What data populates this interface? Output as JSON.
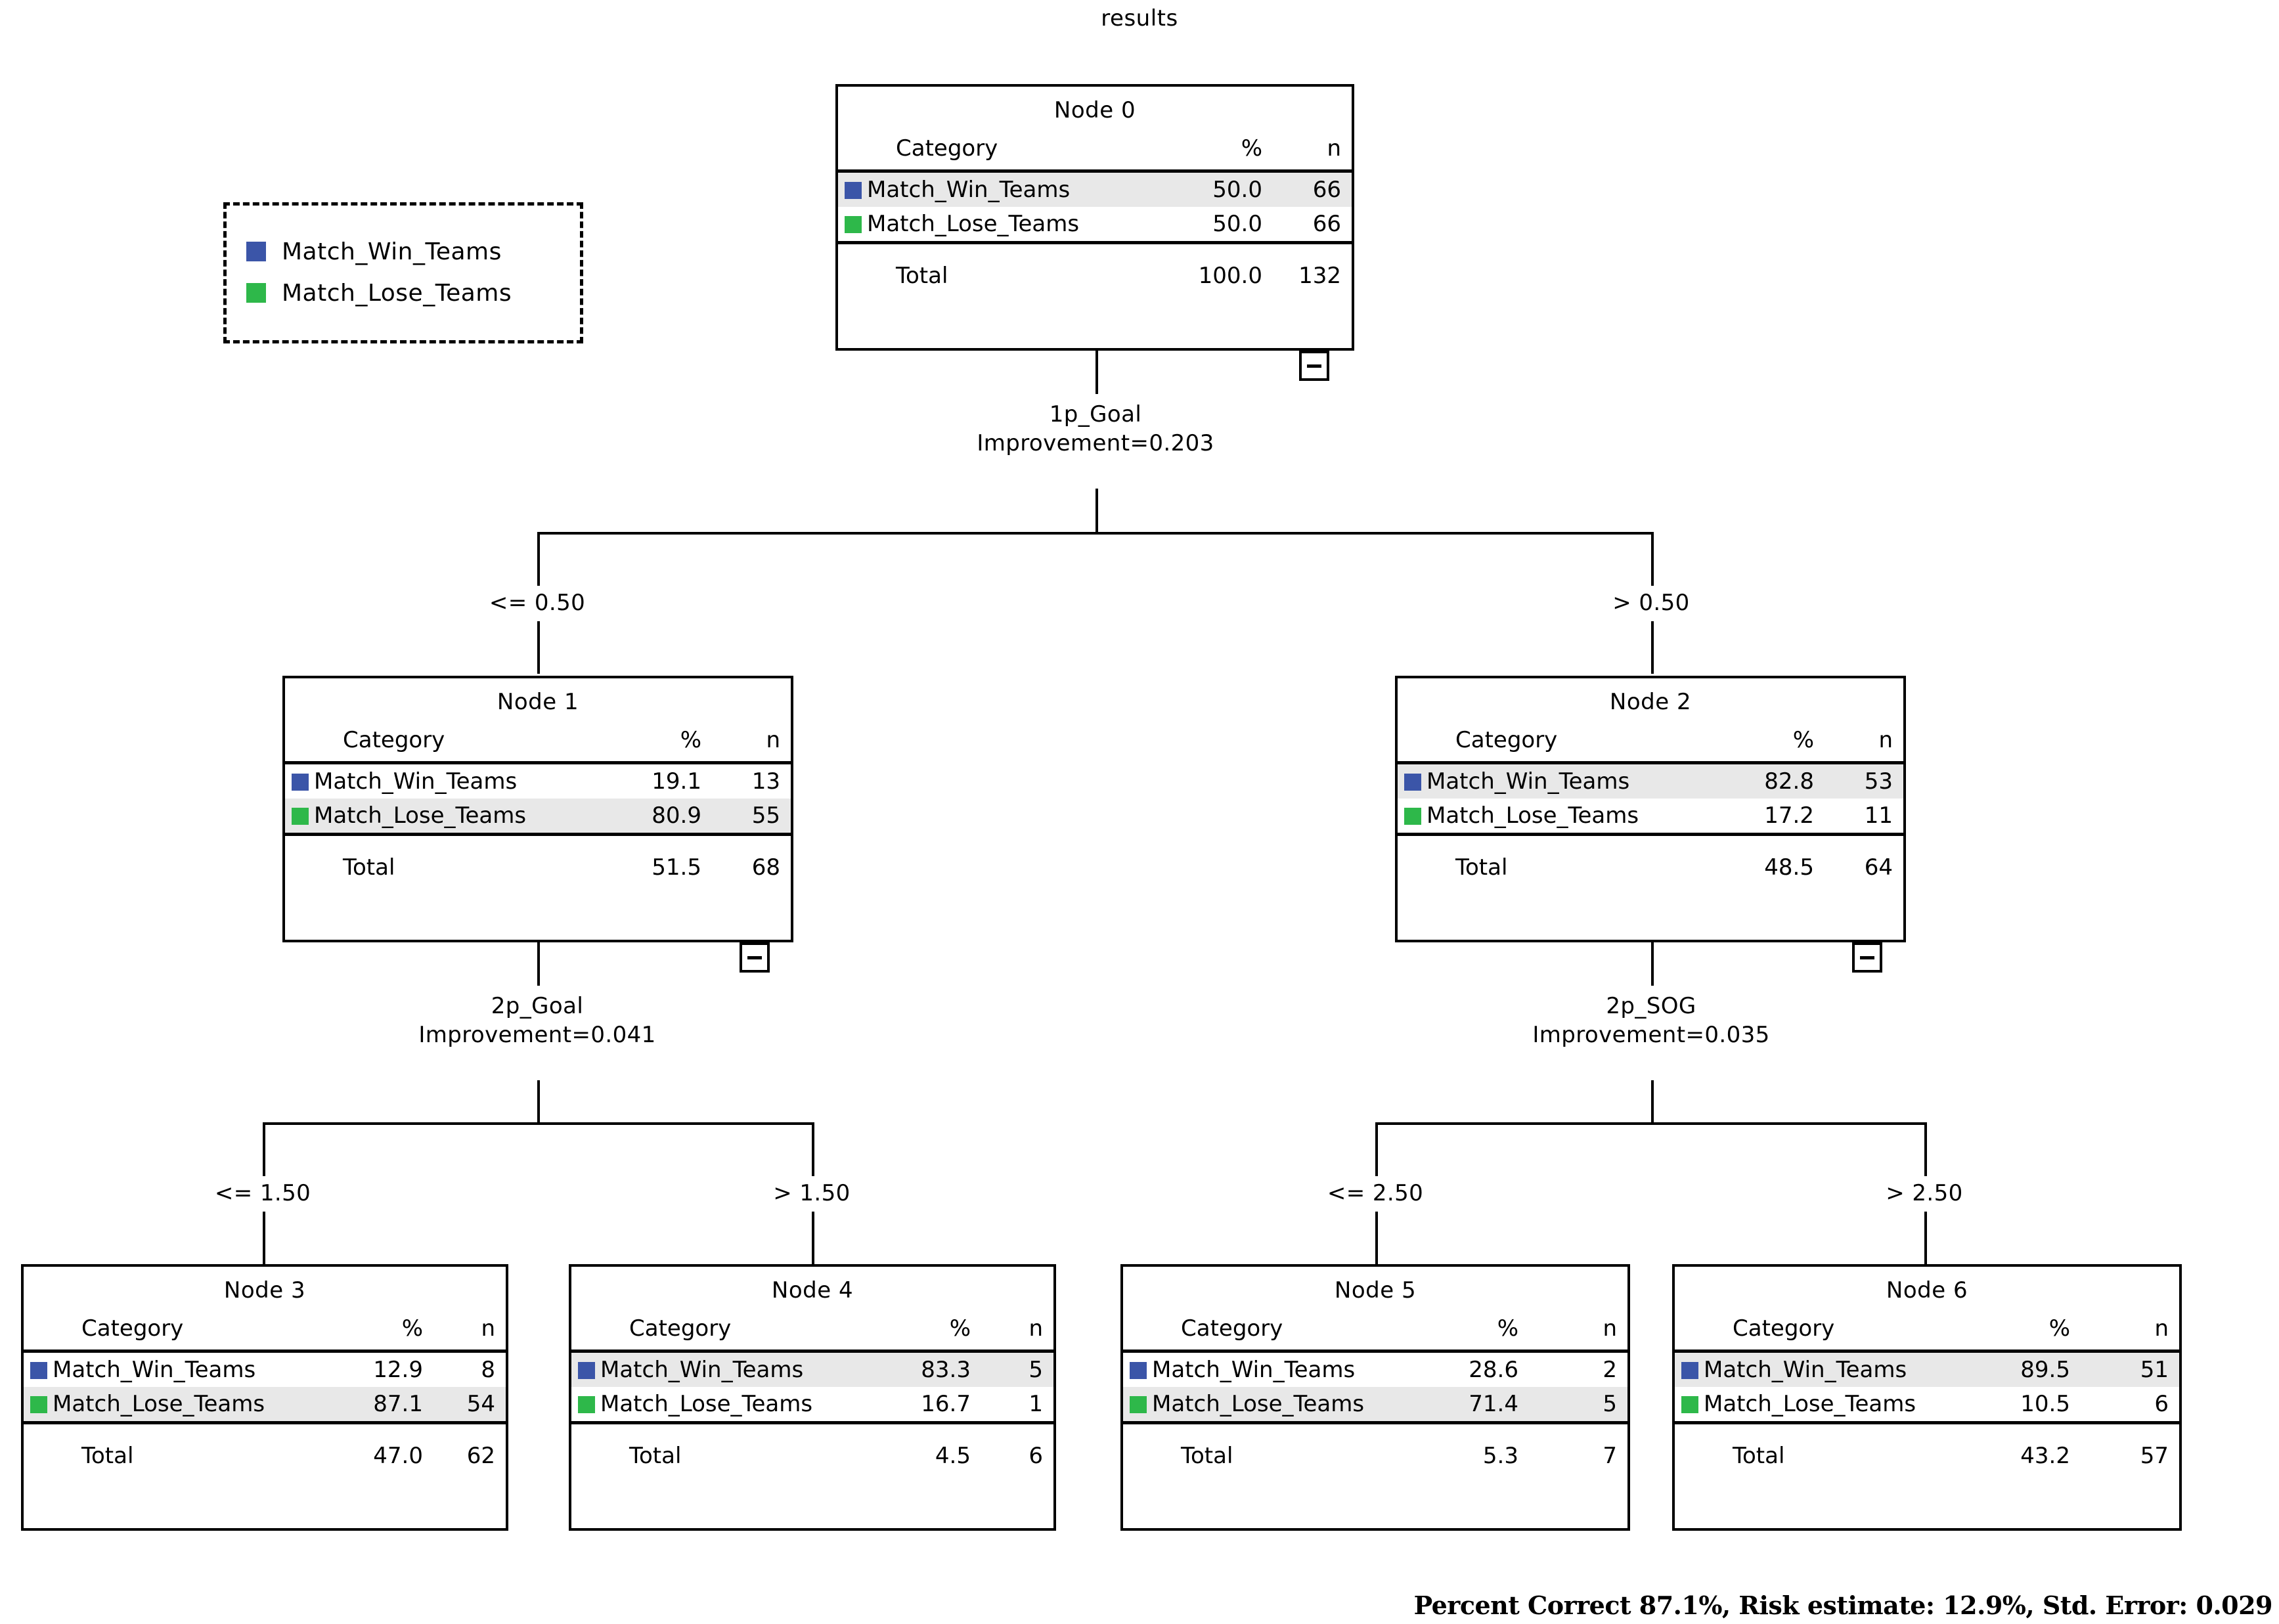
{
  "title": "results",
  "colors": {
    "win": "#3b55a8",
    "lose": "#2eb84a",
    "highlight": "#e8e8e8",
    "line": "#000000"
  },
  "legend": {
    "items": [
      {
        "label": "Match_Win_Teams",
        "color_key": "win"
      },
      {
        "label": "Match_Lose_Teams",
        "color_key": "lose"
      }
    ]
  },
  "table_headers": {
    "category": "Category",
    "percent": "%",
    "count": "n",
    "total": "Total"
  },
  "footer": "Percent Correct 87.1%, Risk estimate: 12.9%, Std. Error: 0.029",
  "chart_data": {
    "type": "tree",
    "title": "results",
    "target_classes": [
      "Match_Win_Teams",
      "Match_Lose_Teams"
    ],
    "root_total_n": 132,
    "nodes": [
      {
        "id": "node0",
        "title": "Node 0",
        "rows": [
          {
            "label": "Match_Win_Teams",
            "pct": "50.0",
            "n": "66",
            "highlight": true
          },
          {
            "label": "Match_Lose_Teams",
            "pct": "50.0",
            "n": "66",
            "highlight": false
          }
        ],
        "total": {
          "label": "Total",
          "pct": "100.0",
          "n": "132"
        }
      },
      {
        "id": "node1",
        "title": "Node 1",
        "rows": [
          {
            "label": "Match_Win_Teams",
            "pct": "19.1",
            "n": "13",
            "highlight": false
          },
          {
            "label": "Match_Lose_Teams",
            "pct": "80.9",
            "n": "55",
            "highlight": true
          }
        ],
        "total": {
          "label": "Total",
          "pct": "51.5",
          "n": "68"
        }
      },
      {
        "id": "node2",
        "title": "Node 2",
        "rows": [
          {
            "label": "Match_Win_Teams",
            "pct": "82.8",
            "n": "53",
            "highlight": true
          },
          {
            "label": "Match_Lose_Teams",
            "pct": "17.2",
            "n": "11",
            "highlight": false
          }
        ],
        "total": {
          "label": "Total",
          "pct": "48.5",
          "n": "64"
        }
      },
      {
        "id": "node3",
        "title": "Node 3",
        "rows": [
          {
            "label": "Match_Win_Teams",
            "pct": "12.9",
            "n": "8",
            "highlight": false
          },
          {
            "label": "Match_Lose_Teams",
            "pct": "87.1",
            "n": "54",
            "highlight": true
          }
        ],
        "total": {
          "label": "Total",
          "pct": "47.0",
          "n": "62"
        }
      },
      {
        "id": "node4",
        "title": "Node 4",
        "rows": [
          {
            "label": "Match_Win_Teams",
            "pct": "83.3",
            "n": "5",
            "highlight": true
          },
          {
            "label": "Match_Lose_Teams",
            "pct": "16.7",
            "n": "1",
            "highlight": false
          }
        ],
        "total": {
          "label": "Total",
          "pct": "4.5",
          "n": "6"
        }
      },
      {
        "id": "node5",
        "title": "Node 5",
        "rows": [
          {
            "label": "Match_Win_Teams",
            "pct": "28.6",
            "n": "2",
            "highlight": false
          },
          {
            "label": "Match_Lose_Teams",
            "pct": "71.4",
            "n": "5",
            "highlight": true
          }
        ],
        "total": {
          "label": "Total",
          "pct": "5.3",
          "n": "7"
        }
      },
      {
        "id": "node6",
        "title": "Node 6",
        "rows": [
          {
            "label": "Match_Win_Teams",
            "pct": "89.5",
            "n": "51",
            "highlight": true
          },
          {
            "label": "Match_Lose_Teams",
            "pct": "10.5",
            "n": "6",
            "highlight": false
          }
        ],
        "total": {
          "label": "Total",
          "pct": "43.2",
          "n": "57"
        }
      }
    ],
    "splits": [
      {
        "id": "split0",
        "parent": "node0",
        "variable": "1p_Goal",
        "improvement": "Improvement=0.203",
        "branches": [
          "<= 0.50",
          "> 0.50"
        ]
      },
      {
        "id": "split1",
        "parent": "node1",
        "variable": "2p_Goal",
        "improvement": "Improvement=0.041",
        "branches": [
          "<= 1.50",
          "> 1.50"
        ]
      },
      {
        "id": "split2",
        "parent": "node2",
        "variable": "2p_SOG",
        "improvement": "Improvement=0.035",
        "branches": [
          "<= 2.50",
          "> 2.50"
        ]
      }
    ],
    "model_summary": {
      "percent_correct": "87.1%",
      "risk_estimate": "12.9%",
      "std_error": "0.029"
    }
  }
}
